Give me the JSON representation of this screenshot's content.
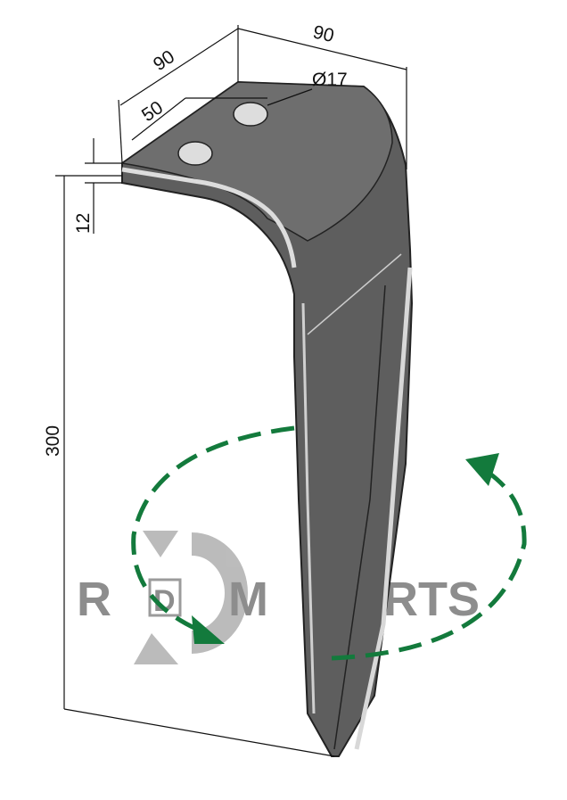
{
  "dimensions": {
    "width_left": "90",
    "width_right": "90",
    "hole_diameter": "Ø17",
    "hole_spacing": "50",
    "thickness": "12",
    "length": "300"
  },
  "watermark": {
    "left": "R",
    "middle": "D",
    "right_m": "M",
    "right": "RTS"
  },
  "colors": {
    "tine": "#6a6a6a",
    "arrow": "#137a3c",
    "watermark": "#aaaaaa"
  }
}
